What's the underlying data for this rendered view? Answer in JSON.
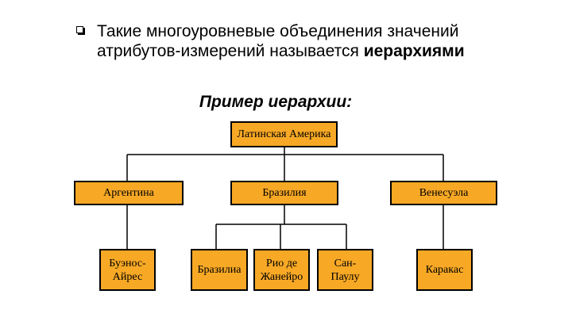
{
  "intro": {
    "line1": "Такие многоуровневые объединения значений",
    "line2_plain": "атрибутов-измерений называется ",
    "line2_bold": "иерархиями"
  },
  "example_title": "Пример иерархии:",
  "hierarchy": {
    "root": "Латинская Америка",
    "level1": [
      "Аргентина",
      "Бразилия",
      "Венесуэла"
    ],
    "argentina_children": [
      "Буэнос-\nАйрес"
    ],
    "brazil_children": [
      "Бразилиа",
      "Рио де\nЖанейро",
      "Сан-\nПаулу"
    ],
    "venezuela_children": [
      "Каракас"
    ]
  },
  "colors": {
    "node_fill": "#f7a825",
    "node_border": "#000000",
    "connector": "#000000"
  }
}
